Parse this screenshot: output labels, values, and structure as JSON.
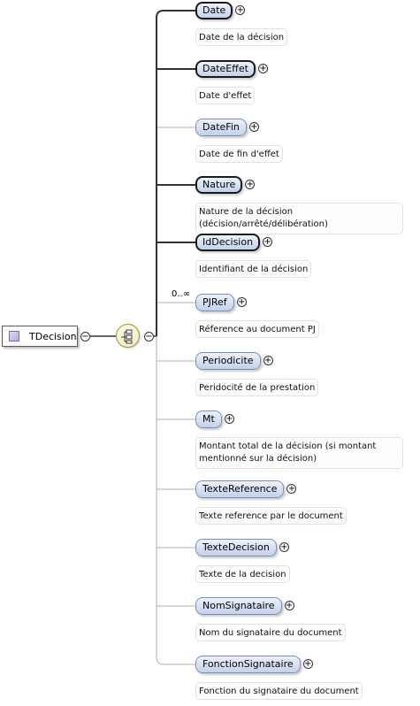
{
  "root": {
    "name": "TDecision",
    "toggle_symbol": "−",
    "icon": "complex-type-icon"
  },
  "sequence": {
    "icon": "sequence-compositor-icon",
    "toggle_symbol": "−"
  },
  "elements": [
    {
      "name": "Date",
      "doc": "Date de la décision",
      "required": true,
      "cardinality": "",
      "toggle_symbol": "+"
    },
    {
      "name": "DateEffet",
      "doc": "Date d'effet",
      "required": true,
      "cardinality": "",
      "toggle_symbol": "+"
    },
    {
      "name": "DateFin",
      "doc": "Date de fin d'effet",
      "required": false,
      "cardinality": "",
      "toggle_symbol": "+"
    },
    {
      "name": "Nature",
      "doc": "Nature de la décision (décision/arrêté/délibération)",
      "required": true,
      "cardinality": "",
      "toggle_symbol": "+"
    },
    {
      "name": "IdDecision",
      "doc": "Identifiant de la décision",
      "required": true,
      "cardinality": "",
      "toggle_symbol": "+"
    },
    {
      "name": "PJRef",
      "doc": "Réference au document PJ",
      "required": false,
      "cardinality": "0..∞",
      "toggle_symbol": "+"
    },
    {
      "name": "Periodicite",
      "doc": "Peridocité de la prestation",
      "required": false,
      "cardinality": "",
      "toggle_symbol": "+"
    },
    {
      "name": "Mt",
      "doc": "Montant total de la décision (si montant mentionné sur la décision)",
      "required": false,
      "cardinality": "",
      "toggle_symbol": "+"
    },
    {
      "name": "TexteReference",
      "doc": "Texte reference par le document",
      "required": false,
      "cardinality": "",
      "toggle_symbol": "+"
    },
    {
      "name": "TexteDecision",
      "doc": "Texte de la decision",
      "required": false,
      "cardinality": "",
      "toggle_symbol": "+"
    },
    {
      "name": "NomSignataire",
      "doc": "Nom du signataire du document",
      "required": false,
      "cardinality": "",
      "toggle_symbol": "+"
    },
    {
      "name": "FonctionSignataire",
      "doc": "Fonction du signataire du document",
      "required": false,
      "cardinality": "",
      "toggle_symbol": "+"
    }
  ]
}
